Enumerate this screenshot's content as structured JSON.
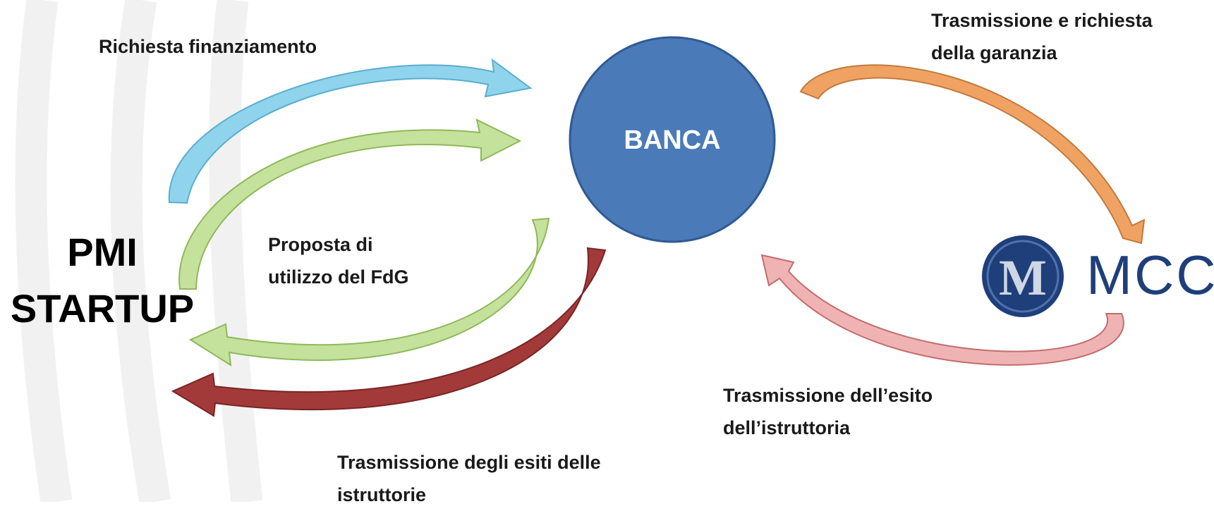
{
  "nodes": {
    "banca": "BANCA",
    "pmi_line1": "PMI",
    "pmi_line2": "STARTUP",
    "mcc": "MCC"
  },
  "flows": {
    "richiesta_finanziamento": "Richiesta finanziamento",
    "proposta_line1": "Proposta di",
    "proposta_line2": "utilizzo del FdG",
    "trasmissione_garanzia_line1": "Trasmissione e richiesta",
    "trasmissione_garanzia_line2": "della garanzia",
    "esito_line1": "Trasmissione dell’esito",
    "esito_line2": "dell’istruttoria",
    "esiti_istruttorie_line1": "Trasmissione degli esiti delle",
    "esiti_istruttorie_line2": "istruttorie"
  },
  "colors": {
    "banca_fill": "#4a7ab8",
    "arrow_blue": "#8fd3ec",
    "arrow_green": "#b7d98b",
    "arrow_red": "#a33a3a",
    "arrow_orange": "#f0a263",
    "arrow_pink": "#e89b9b",
    "mcc_blue": "#1f3f7a"
  }
}
